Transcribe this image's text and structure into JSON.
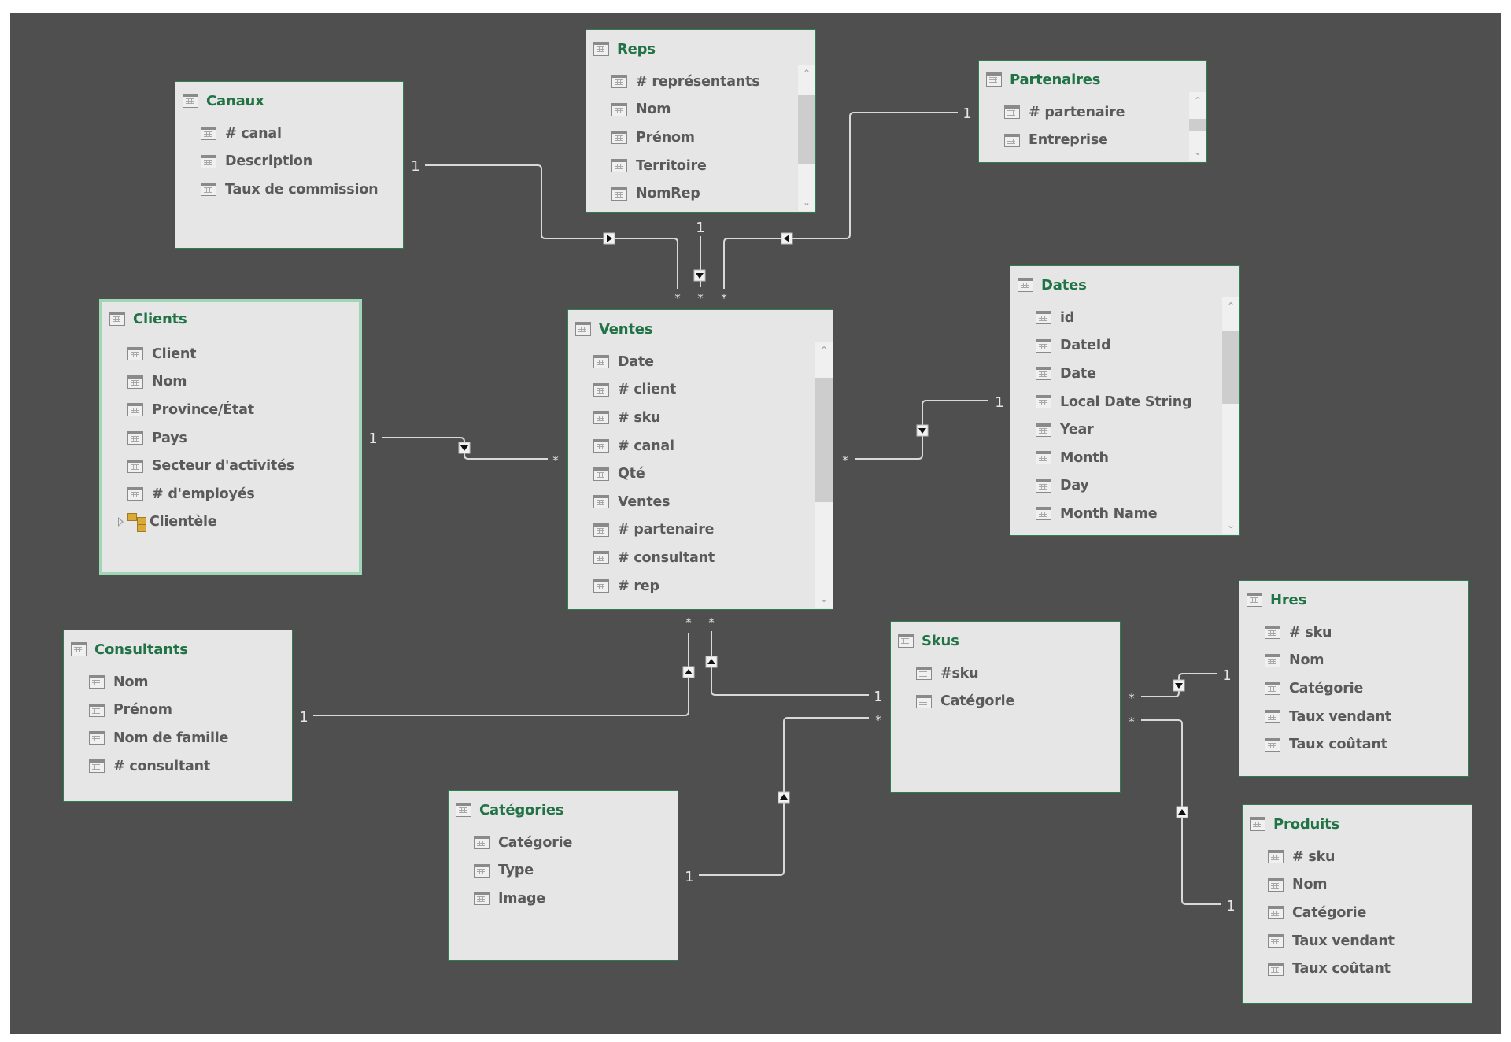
{
  "diagram": {
    "type": "data-model-relationship-view",
    "tables": [
      {
        "id": "canaux",
        "name": "Canaux",
        "columns": [
          "# canal",
          "Description",
          "Taux de commission"
        ],
        "hierarchies": [],
        "scrollbar": false,
        "selected": false
      },
      {
        "id": "reps",
        "name": "Reps",
        "columns": [
          "# représentants",
          "Nom",
          "Prénom",
          "Territoire",
          "NomRep"
        ],
        "hierarchies": [],
        "scrollbar": true,
        "selected": false
      },
      {
        "id": "partenaires",
        "name": "Partenaires",
        "columns": [
          "# partenaire",
          "Entreprise"
        ],
        "hierarchies": [],
        "scrollbar": true,
        "selected": false
      },
      {
        "id": "clients",
        "name": "Clients",
        "columns": [
          "Client",
          "Nom",
          "Province/État",
          "Pays",
          "Secteur d'activités",
          "# d'employés"
        ],
        "hierarchies": [
          "Clientèle"
        ],
        "scrollbar": false,
        "selected": true
      },
      {
        "id": "ventes",
        "name": "Ventes",
        "columns": [
          "Date",
          "# client",
          "# sku",
          "# canal",
          "Qté",
          "Ventes",
          "# partenaire",
          "# consultant",
          "# rep"
        ],
        "hierarchies": [],
        "scrollbar": true,
        "selected": false
      },
      {
        "id": "dates",
        "name": "Dates",
        "columns": [
          "id",
          "DateId",
          "Date",
          "Local Date String",
          "Year",
          "Month",
          "Day",
          "Month Name"
        ],
        "hierarchies": [],
        "scrollbar": true,
        "selected": false
      },
      {
        "id": "consultants",
        "name": "Consultants",
        "columns": [
          "Nom",
          "Prénom",
          "Nom de famille",
          "# consultant"
        ],
        "hierarchies": [],
        "scrollbar": false,
        "selected": false
      },
      {
        "id": "skus",
        "name": "Skus",
        "columns": [
          "#sku",
          "Catégorie"
        ],
        "hierarchies": [],
        "scrollbar": false,
        "selected": false
      },
      {
        "id": "hres",
        "name": "Hres",
        "columns": [
          "# sku",
          "Nom",
          "Catégorie",
          "Taux vendant",
          "Taux coûtant"
        ],
        "hierarchies": [],
        "scrollbar": false,
        "selected": false
      },
      {
        "id": "categories",
        "name": "Catégories",
        "columns": [
          "Catégorie",
          "Type",
          "Image"
        ],
        "hierarchies": [],
        "scrollbar": false,
        "selected": false
      },
      {
        "id": "produits",
        "name": "Produits",
        "columns": [
          "# sku",
          "Nom",
          "Catégorie",
          "Taux vendant",
          "Taux coûtant"
        ],
        "hierarchies": [],
        "scrollbar": false,
        "selected": false
      }
    ],
    "relationships": [
      {
        "from": "canaux",
        "to": "ventes",
        "one": "1",
        "many": "*",
        "filter_direction": "single"
      },
      {
        "from": "reps",
        "to": "ventes",
        "one": "1",
        "many": "*",
        "filter_direction": "single"
      },
      {
        "from": "partenaires",
        "to": "ventes",
        "one": "1",
        "many": "*",
        "filter_direction": "single"
      },
      {
        "from": "clients",
        "to": "ventes",
        "one": "1",
        "many": "*",
        "filter_direction": "single"
      },
      {
        "from": "dates",
        "to": "ventes",
        "one": "1",
        "many": "*",
        "filter_direction": "single"
      },
      {
        "from": "consultants",
        "to": "ventes",
        "one": "1",
        "many": "*",
        "filter_direction": "single"
      },
      {
        "from": "skus",
        "to": "ventes",
        "one": "1",
        "many": "*",
        "filter_direction": "single"
      },
      {
        "from": "categories",
        "to": "skus",
        "one": "1",
        "many": "*",
        "filter_direction": "single"
      },
      {
        "from": "hres",
        "to": "skus",
        "one": "1",
        "many": "*",
        "filter_direction": "single"
      },
      {
        "from": "produits",
        "to": "skus",
        "one": "1",
        "many": "*",
        "filter_direction": "single"
      }
    ],
    "colors": {
      "canvas": "#4f4f4f",
      "table_bg": "#e6e6e6",
      "table_border": "#2e7d4f",
      "selected_border": "#9fd6b6",
      "title": "#217346",
      "column_text": "#5a5a5a",
      "line": "#d9d9d9"
    },
    "icons": {
      "table": "table-icon",
      "column": "column-icon",
      "hierarchy": "hierarchy-icon",
      "expand": "expand-triangle-icon",
      "scroll_up": "chevron-up-icon",
      "scroll_down": "chevron-down-icon",
      "filter_arrow": "filter-arrow-icon"
    }
  }
}
